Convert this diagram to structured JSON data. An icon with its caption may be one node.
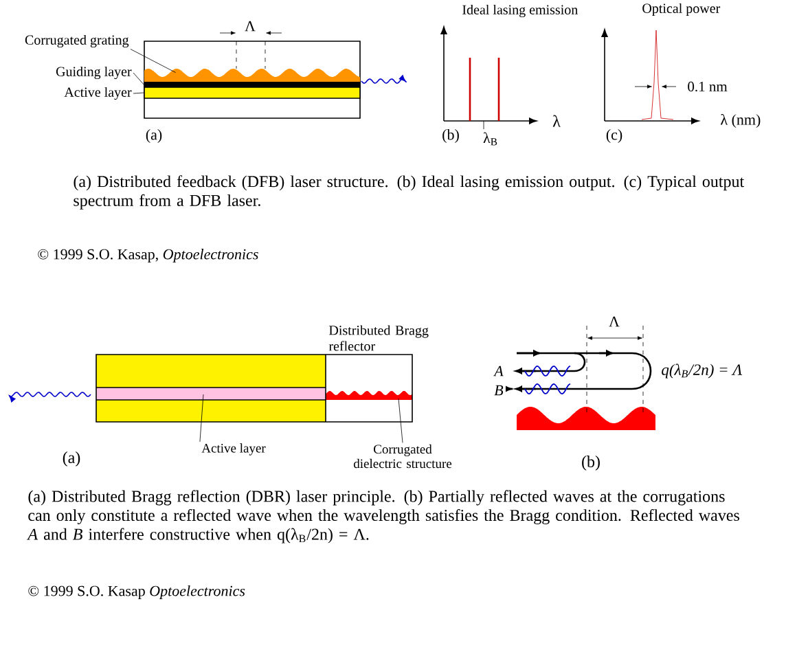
{
  "diagram": {
    "nodes": [
      {
        "text": [
          "Corrugated grating"
        ]
      },
      {
        "text": [
          "Guiding layer"
        ]
      },
      {
        "text": [
          "Active layer"
        ]
      },
      {
        "text": [
          "Active layer"
        ]
      },
      {
        "text": [
          "Corrugated dielectric structure"
        ]
      },
      {
        "text": [],
        "shape": "bar"
      },
      {
        "text": [],
        "shape": "bar"
      },
      {
        "text": [],
        "shape": "wave"
      }
    ],
    "edges": [
      {
        "from": 0,
        "to": 7,
        "arrow": "none"
      },
      {
        "from": 1,
        "to": 5,
        "arrow": "none"
      },
      {
        "from": 2,
        "to": 6,
        "arrow": "none"
      },
      {
        "from": 3,
        "to": null,
        "arrow": "none"
      },
      {
        "from": 4,
        "to": null,
        "arrow": "none"
      }
    ],
    "labels": [
      "Λ",
      "(a)",
      "Ideal lasing emission",
      "λ",
      "(b)",
      "λ$_{B}$",
      "Optical power",
      "0.1 nm",
      "λ (nm)",
      "(c)",
      "(a) Distributed feedback (DFB) laser structure. (b) Ideal lasing emission output. (c) Typical output spectrum from a DFB laser.",
      "© 1999 S.O. Kasap, *Optoelectronics*",
      "Distributed Bragg reflector",
      "(a)",
      "Λ",
      "A",
      "B",
      "q(λ$_{B}$/2n) = Λ",
      "(b)",
      "(a) Distributed Bragg reflection (DBR) laser principle. (b) Partially reflected waves at the corrugations can only constitute a reflected wave when the wavelength satisfies the Bragg condition. Reflected waves *A* and *B* interfere constructive when q(λ$_{B}$/2n) = Λ.",
      "© 1999 S.O. Kasap *Optoelectronics*"
    ]
  }
}
